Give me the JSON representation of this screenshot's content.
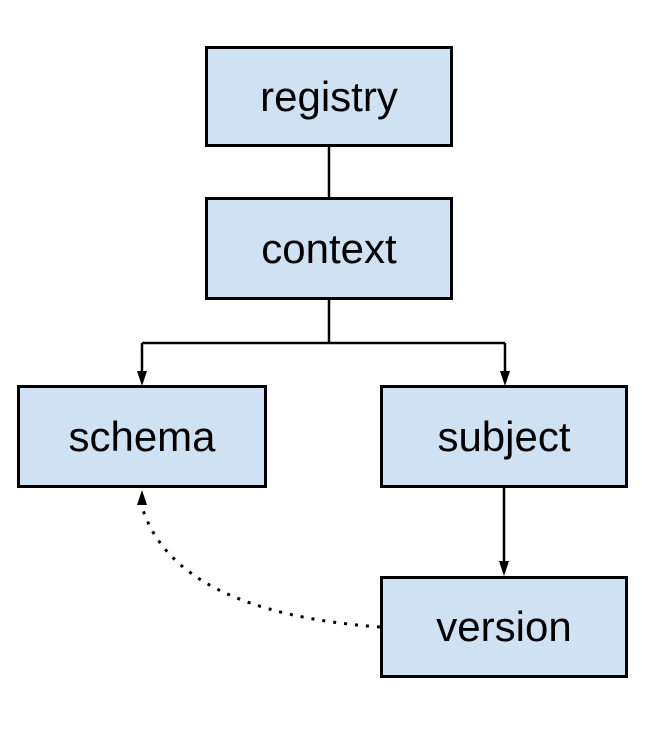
{
  "diagram": {
    "colors": {
      "background": "#ffffff",
      "node_fill": "#cfe2f3",
      "node_border": "#000000",
      "line_color": "#000000",
      "text_color": "#000000"
    },
    "nodes": [
      {
        "id": "registry",
        "label": "registry"
      },
      {
        "id": "context",
        "label": "context"
      },
      {
        "id": "schema",
        "label": "schema"
      },
      {
        "id": "subject",
        "label": "subject"
      },
      {
        "id": "version",
        "label": "version"
      }
    ],
    "edges": [
      {
        "from": "registry",
        "to": "context",
        "style": "solid",
        "arrow": "none"
      },
      {
        "from": "context",
        "to": "schema",
        "style": "solid",
        "arrow": "filled-triangle"
      },
      {
        "from": "context",
        "to": "subject",
        "style": "solid",
        "arrow": "filled-triangle"
      },
      {
        "from": "subject",
        "to": "version",
        "style": "solid",
        "arrow": "filled-triangle"
      },
      {
        "from": "version",
        "to": "schema",
        "style": "dotted",
        "arrow": "filled-triangle"
      }
    ]
  }
}
